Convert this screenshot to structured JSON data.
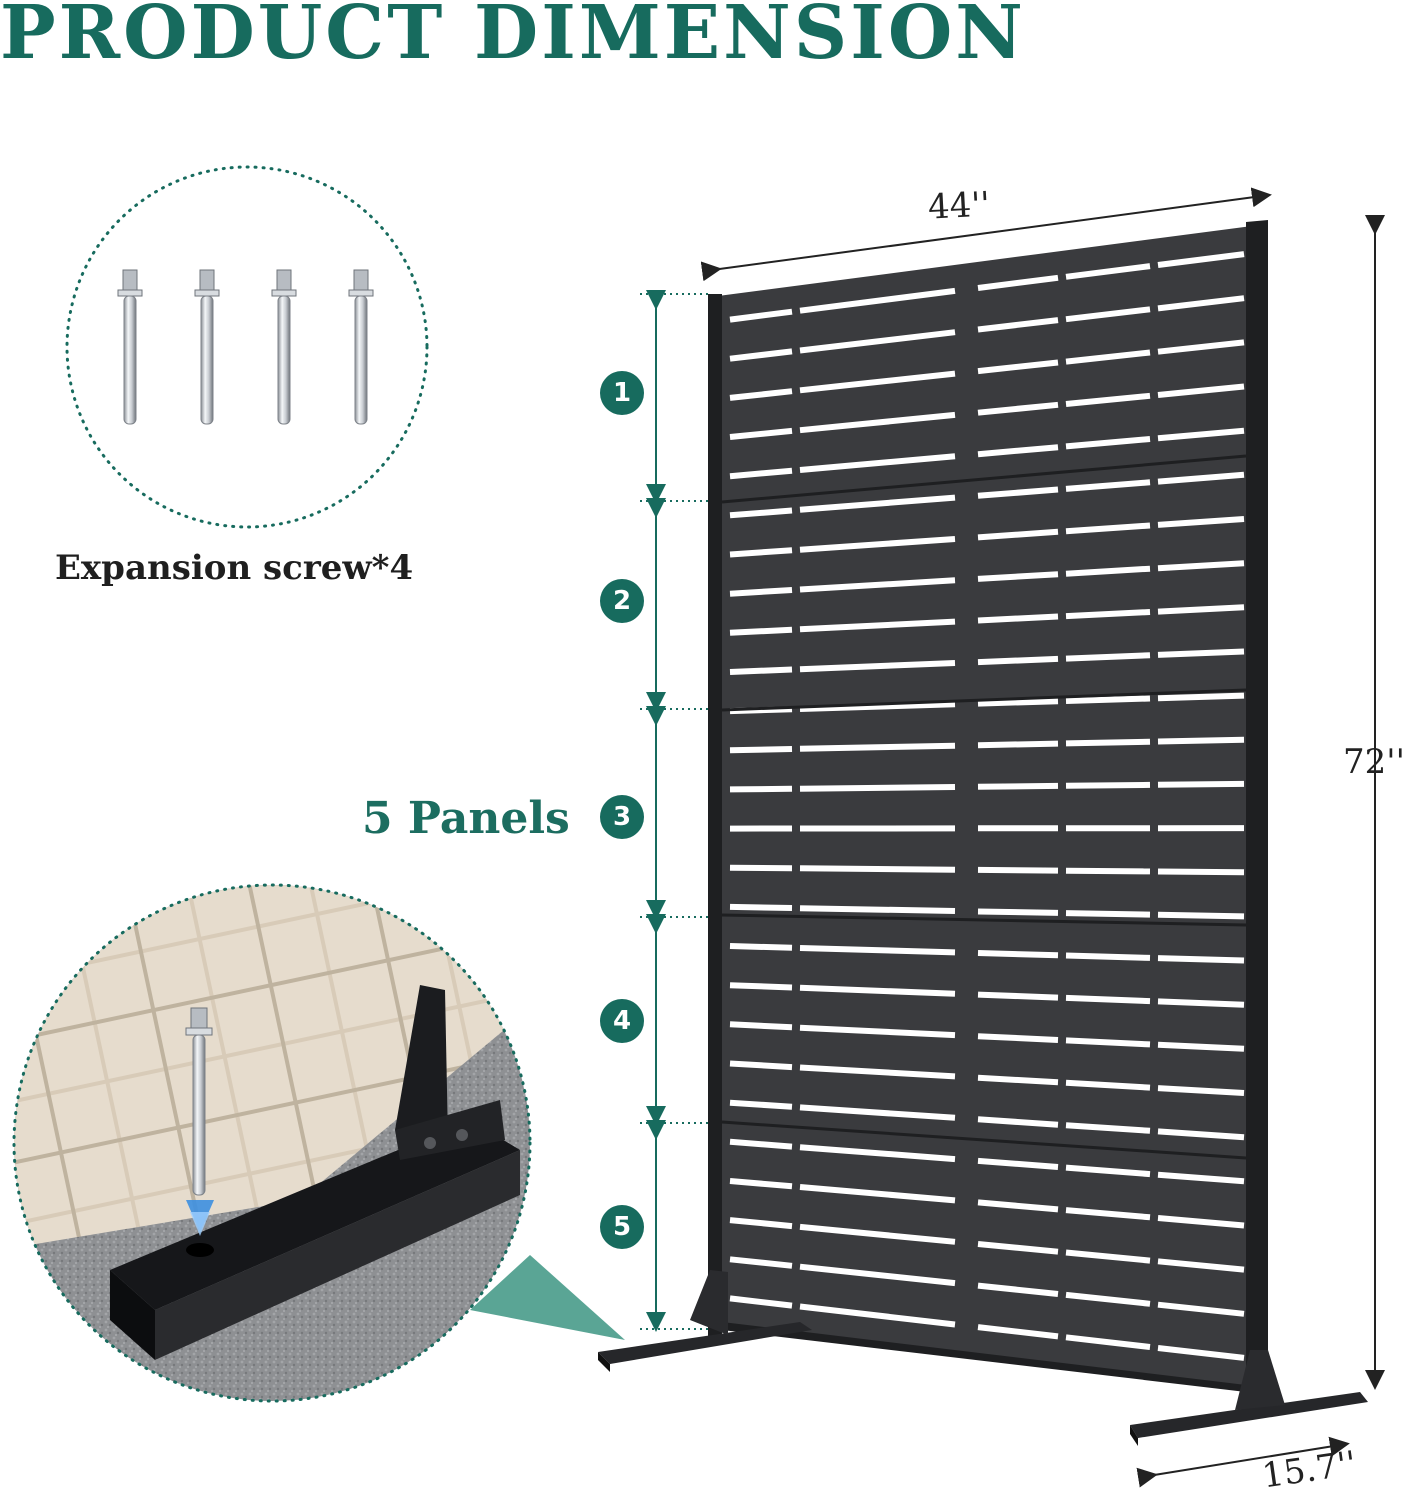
{
  "title": "PRODUCT DIMENSION",
  "accessory": {
    "caption": "Expansion screw*4"
  },
  "panels": {
    "label": "5 Panels",
    "numbers": [
      "1",
      "2",
      "3",
      "4",
      "5"
    ]
  },
  "dimensions": {
    "width": "44''",
    "height": "72''",
    "depth": "15.7''"
  },
  "colors": {
    "accent": "#176b5e",
    "panel": "#3a3b3e",
    "frame": "#1e1f21"
  }
}
